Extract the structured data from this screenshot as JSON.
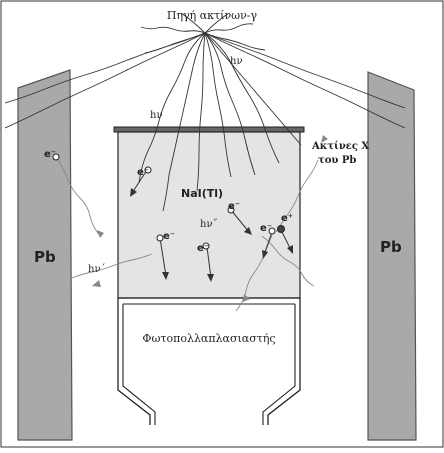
{
  "labels": {
    "source": "Πηγή ακτίνων-γ",
    "detector_crystal": "NaI(Tl)",
    "photomultiplier": "Φωτοπολλαπλασιαστής",
    "xray_line1": "Ακτίνες X",
    "xray_line2": "του Pb",
    "lead_left": "Pb",
    "lead_right": "Pb",
    "photon_hv1": "hν",
    "photon_hv2": "hν",
    "photon_hv_prime": "hν´",
    "photon_hv_double_prime": "hν˝",
    "electron": "e⁻",
    "electron_a": "e⁻",
    "electron_b": "e⁻",
    "electron_c": "e⁻",
    "electron_d": "e⁻",
    "electron_e": "e⁻",
    "positron": "e⁺"
  },
  "colors": {
    "lead": "#a9a9a9",
    "lead_edge": "#555555",
    "crystal": "#e4e4e4",
    "line": "#222222",
    "scatter_line": "#888888"
  }
}
